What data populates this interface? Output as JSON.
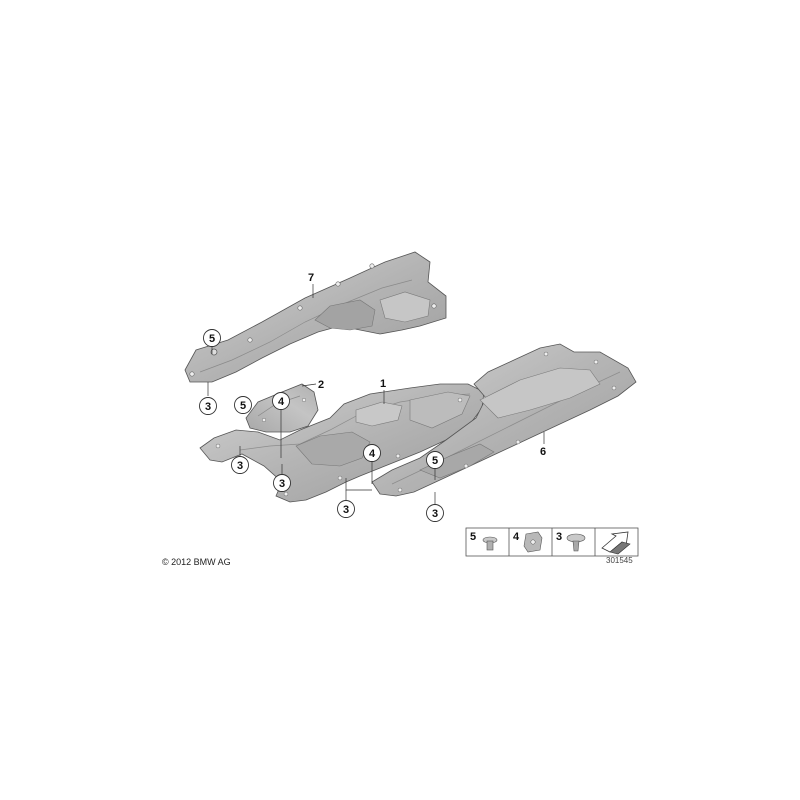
{
  "diagram": {
    "parts": [
      {
        "id": "1",
        "label": "1"
      },
      {
        "id": "2",
        "label": "2"
      },
      {
        "id": "6",
        "label": "6"
      },
      {
        "id": "7",
        "label": "7"
      }
    ],
    "callouts": {
      "c5_top": "5",
      "c3_left_top": "3",
      "c5_mid": "5",
      "c4_left": "4",
      "c3_left_low": "3",
      "c3_mid": "3",
      "c4_mid": "4",
      "c3_bottom": "3",
      "c5_right": "5",
      "c3_right": "3"
    },
    "legend": {
      "items": [
        {
          "label": "5",
          "icon": "push-rivet-icon"
        },
        {
          "label": "4",
          "icon": "clip-nut-icon"
        },
        {
          "label": "3",
          "icon": "expanding-rivet-icon"
        },
        {
          "label": "",
          "icon": "direction-arrow-icon"
        }
      ]
    },
    "copyright": "© 2012 BMW AG",
    "reference_number": "301545"
  },
  "colors": {
    "panel_fill": "#b9b9b9",
    "panel_dark": "#8e8e8e",
    "panel_light": "#d6d6d6",
    "outline": "#555555"
  }
}
